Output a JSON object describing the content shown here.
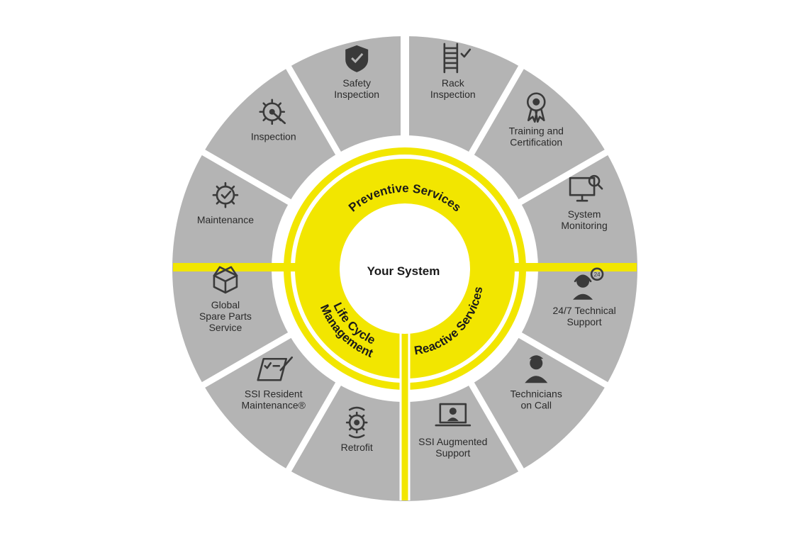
{
  "center": {
    "label": "Your System"
  },
  "rings": [
    {
      "id": "preventive",
      "label": "Preventive Services"
    },
    {
      "id": "lifecycle",
      "label_line1": "Life Cycle",
      "label_line2": "Management"
    },
    {
      "id": "reactive",
      "label": "Reactive Services"
    }
  ],
  "segments": [
    {
      "id": "rack-inspection",
      "lines": [
        "Rack",
        "Inspection"
      ],
      "icon": "ladder-check-icon"
    },
    {
      "id": "training",
      "lines": [
        "Training and",
        "Certification"
      ],
      "icon": "award-ribbon-icon"
    },
    {
      "id": "system-monitoring",
      "lines": [
        "System",
        "Monitoring"
      ],
      "icon": "monitor-search-icon"
    },
    {
      "id": "technical-support",
      "lines": [
        "24/7 Technical",
        "Support"
      ],
      "icon": "headset-24-icon"
    },
    {
      "id": "technicians",
      "lines": [
        "Technicians",
        "on Call"
      ],
      "icon": "technician-icon"
    },
    {
      "id": "augmented-support",
      "lines": [
        "SSI Augmented",
        "Support"
      ],
      "icon": "laptop-support-icon"
    },
    {
      "id": "retrofit",
      "lines": [
        "Retrofit"
      ],
      "icon": "gear-cycle-icon"
    },
    {
      "id": "resident-maintenance",
      "lines": [
        "SSI Resident",
        "Maintenance®"
      ],
      "icon": "checklist-pen-icon"
    },
    {
      "id": "spare-parts",
      "lines": [
        "Global",
        "Spare Parts",
        "Service"
      ],
      "icon": "box-icon"
    },
    {
      "id": "maintenance",
      "lines": [
        "Maintenance"
      ],
      "icon": "gear-check-icon"
    },
    {
      "id": "inspection",
      "lines": [
        "Inspection"
      ],
      "icon": "gear-wrench-icon"
    },
    {
      "id": "safety-inspection",
      "lines": [
        "Safety",
        "Inspection"
      ],
      "icon": "shield-check-icon"
    }
  ],
  "colors": {
    "segment": "#b4b4b4",
    "ring": "#f2e600",
    "divider": "#ffffff",
    "text": "#2b2b2b"
  }
}
